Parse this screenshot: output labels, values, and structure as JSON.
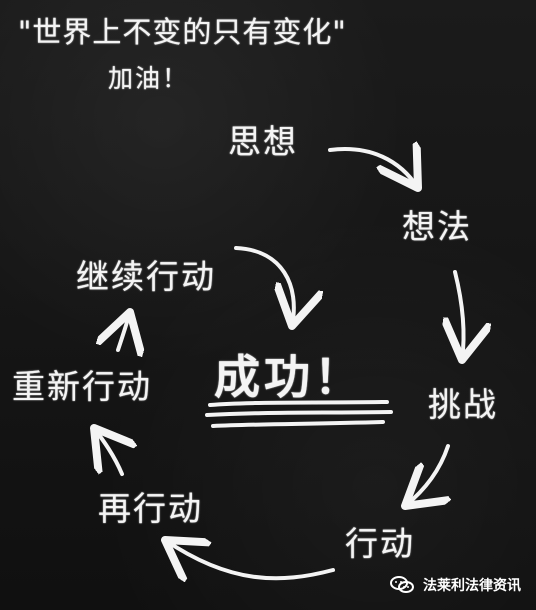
{
  "quote": {
    "line1": "\"世界上不变的只有变化\"",
    "line2": "加油！"
  },
  "nodes": {
    "thought": "思想",
    "idea": "想法",
    "challenge": "挑战",
    "action": "行动",
    "again": "再行动",
    "restart": "重新行动",
    "continue": "继续行动"
  },
  "center": {
    "success": "成功！"
  },
  "watermark": {
    "text": "法莱利法律资讯"
  },
  "colors": {
    "background": "#111111",
    "chalk": "#f4f4f4"
  },
  "icons": {
    "watermark": "wechat-logo-icon"
  }
}
